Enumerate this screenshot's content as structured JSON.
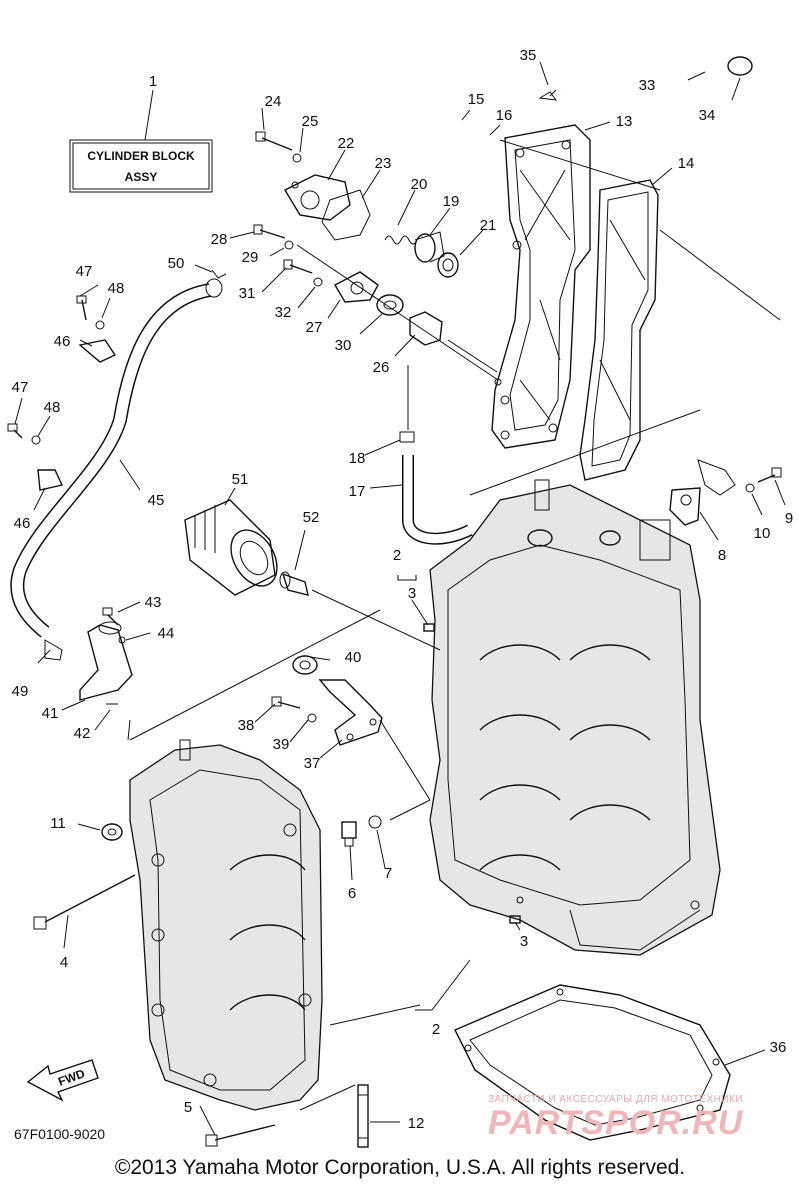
{
  "label_box": {
    "line1": "CYLINDER BLOCK",
    "line2": "ASSY"
  },
  "callouts": [
    "1",
    "2",
    "3",
    "4",
    "5",
    "6",
    "7",
    "8",
    "9",
    "10",
    "11",
    "12",
    "13",
    "14",
    "15",
    "16",
    "17",
    "18",
    "19",
    "20",
    "21",
    "22",
    "23",
    "24",
    "25",
    "26",
    "27",
    "28",
    "29",
    "30",
    "31",
    "32",
    "33",
    "34",
    "35",
    "36",
    "37",
    "38",
    "39",
    "40",
    "41",
    "42",
    "43",
    "44",
    "45",
    "46",
    "47",
    "48",
    "49",
    "50",
    "51",
    "52"
  ],
  "extra_callouts": {
    "dup2": "2",
    "dup3": "3",
    "dup46": "46",
    "dup47": "47",
    "dup48": "48"
  },
  "fwd_label": "FWD",
  "doc_code": "67F0100-9020",
  "copyright": "©2013 Yamaha Motor Corporation, U.S.A. All rights reserved.",
  "watermark": {
    "small": "ЗАПЧАСТИ И АКСЕССУАРЫ ДЛЯ МОТОТЕХНИКИ",
    "big": "PARTSPOR.RU",
    "color": "#efb6ba"
  },
  "colors": {
    "ink": "#111111",
    "background": "#ffffff"
  }
}
